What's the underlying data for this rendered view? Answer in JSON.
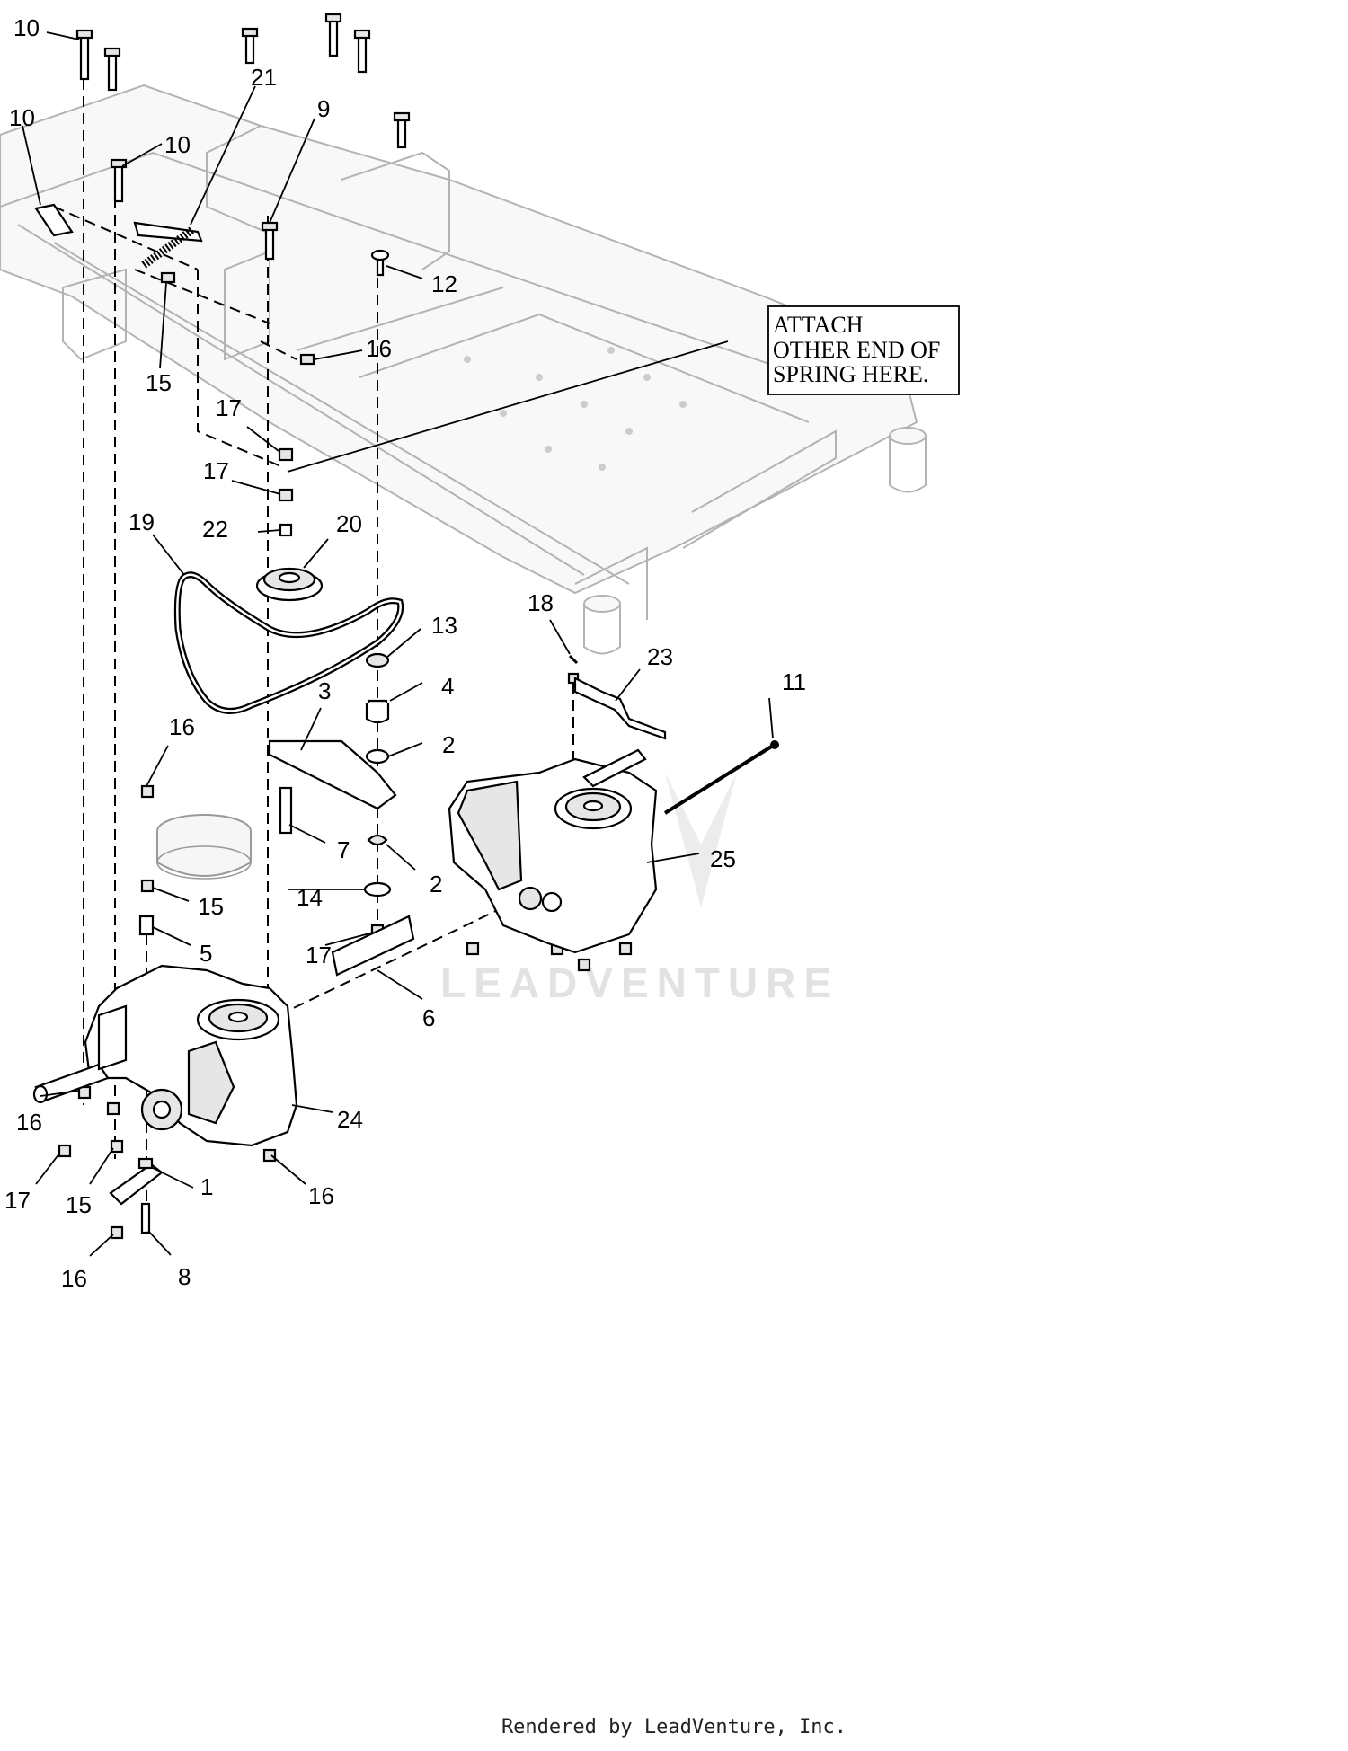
{
  "note": {
    "lines": [
      "ATTACH",
      "OTHER END OF",
      "SPRING HERE."
    ]
  },
  "watermark": "LEADVENTURE",
  "footer": "Rendered by LeadVenture, Inc.",
  "callouts": [
    {
      "label": "10"
    },
    {
      "label": "21"
    },
    {
      "label": "9"
    },
    {
      "label": "10"
    },
    {
      "label": "10"
    },
    {
      "label": "12"
    },
    {
      "label": "16"
    },
    {
      "label": "15"
    },
    {
      "label": "17"
    },
    {
      "label": "17"
    },
    {
      "label": "19"
    },
    {
      "label": "22"
    },
    {
      "label": "20"
    },
    {
      "label": "13"
    },
    {
      "label": "18"
    },
    {
      "label": "23"
    },
    {
      "label": "11"
    },
    {
      "label": "4"
    },
    {
      "label": "3"
    },
    {
      "label": "2"
    },
    {
      "label": "16"
    },
    {
      "label": "7"
    },
    {
      "label": "2"
    },
    {
      "label": "25"
    },
    {
      "label": "15"
    },
    {
      "label": "14"
    },
    {
      "label": "5"
    },
    {
      "label": "17"
    },
    {
      "label": "6"
    },
    {
      "label": "16"
    },
    {
      "label": "24"
    },
    {
      "label": "17"
    },
    {
      "label": "15"
    },
    {
      "label": "1"
    },
    {
      "label": "16"
    },
    {
      "label": "16"
    },
    {
      "label": "8"
    }
  ]
}
